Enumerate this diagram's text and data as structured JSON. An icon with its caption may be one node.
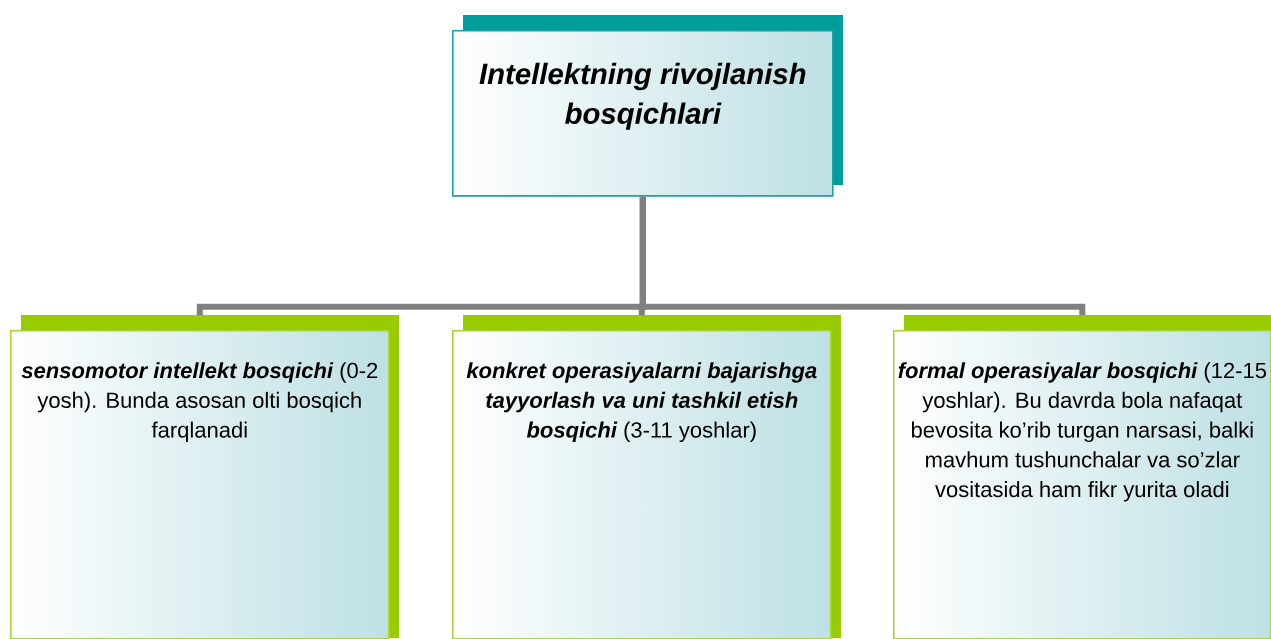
{
  "diagram": {
    "nodes": [
      {
        "text": [
          "Intellektning rivojlanish bosqichlari"
        ]
      },
      {
        "text": [
          "**sensomotor intellekt bosqichi** (0-2 yosh). Bunda asosan olti bosqich farqlanadi"
        ]
      },
      {
        "text": [
          "**konkret operasiyalarni bajarishga tayyorlash va uni tashkil etish bosqichi** (3-11 yoshlar)"
        ]
      },
      {
        "text": [
          "**formal operasiyalar bosqichi** (12-15 yoshlar). Bu davrda bola nafaqat bevosita ko’rib turgan narsasi, balki mavhum tushunchalar va so’zlar vositasida ham fikr yurita oladi"
        ]
      }
    ],
    "edges": [
      {
        "from": 0,
        "to": 1,
        "arrow": "none"
      },
      {
        "from": 0,
        "to": 2,
        "arrow": "none"
      },
      {
        "from": 0,
        "to": 3,
        "arrow": "none"
      }
    ]
  }
}
